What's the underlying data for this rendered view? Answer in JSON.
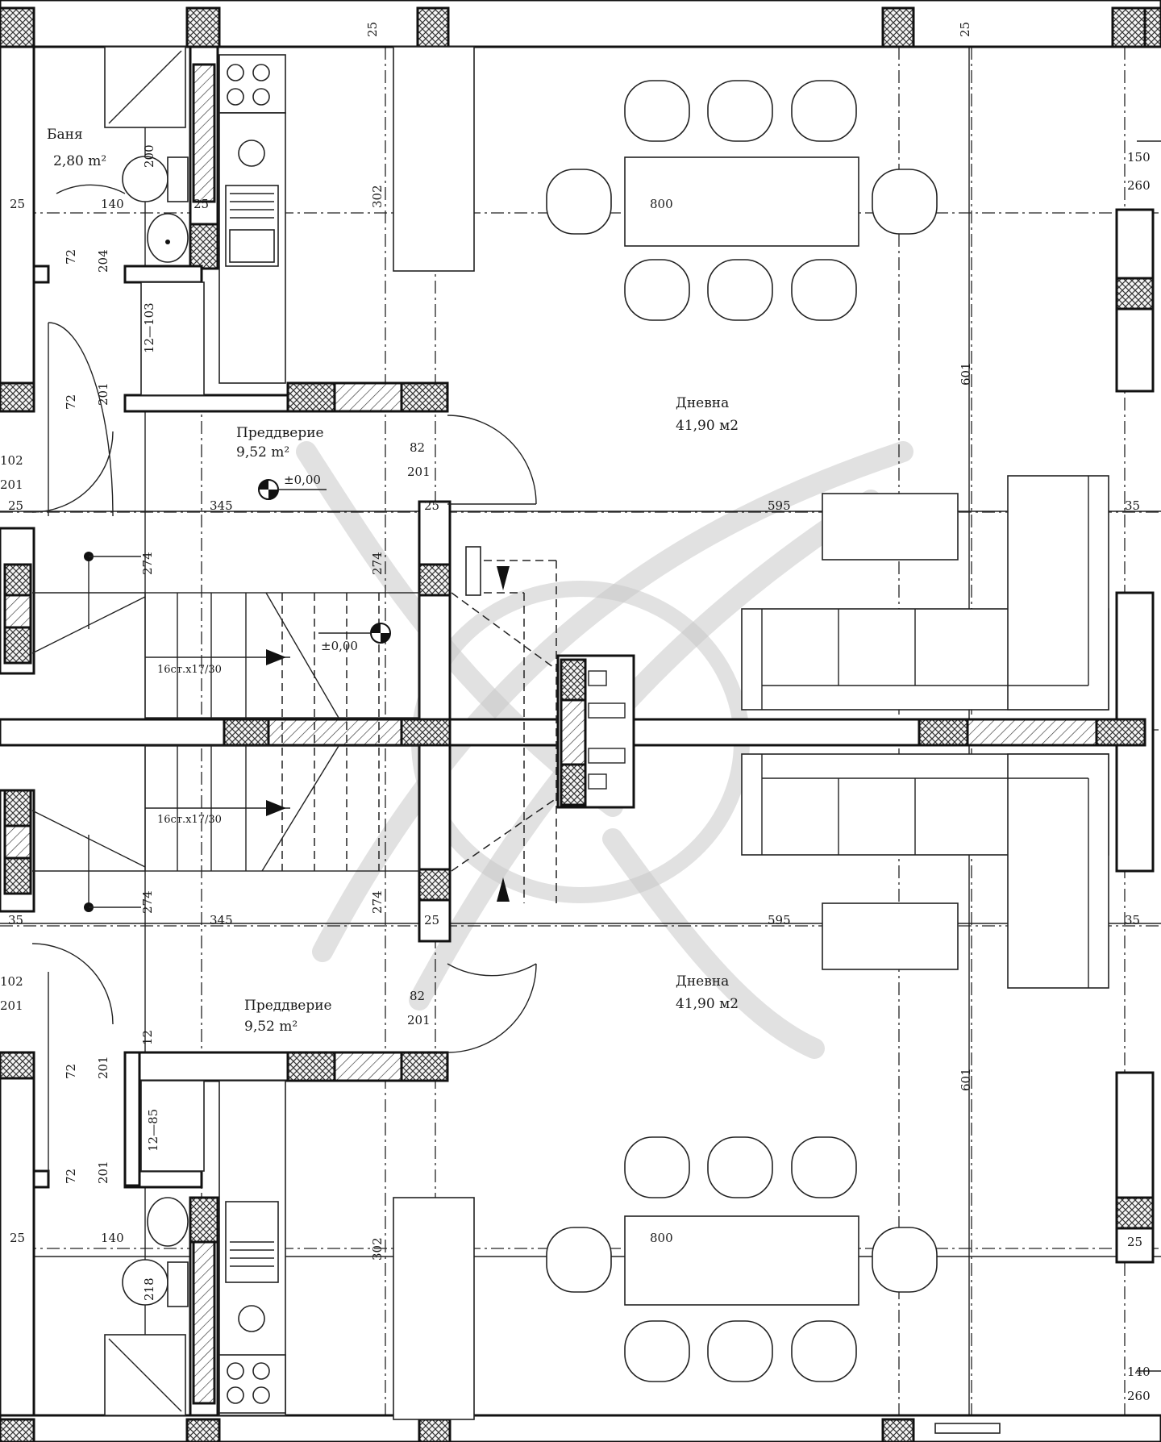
{
  "rooms": {
    "bath_top": {
      "name": "Баня",
      "area": "2,80 m²"
    },
    "hall_top": {
      "name": "Преддверие",
      "area": "9,52 m²"
    },
    "living_top": {
      "name": "Дневна",
      "area": "41,90 м2"
    },
    "hall_bottom": {
      "name": "Преддверие",
      "area": "9,52 m²"
    },
    "living_bottom": {
      "name": "Дневна",
      "area": "41,90 м2"
    }
  },
  "levels": {
    "top": "±0,00",
    "stair": "±0,00"
  },
  "stairs": {
    "top": "16ст.х17/30",
    "bottom": "16ст.х17/30"
  },
  "dimensions": {
    "d25": "25",
    "d35": "35",
    "d140": "140",
    "d200": "200",
    "d218": "218",
    "d302": "302",
    "d800": "800",
    "d601": "601",
    "d345": "345",
    "d595": "595",
    "d274": "274",
    "d72": "72",
    "d201": "201",
    "d204": "204",
    "d82": "82",
    "d12": "12",
    "d12_103": "12—103",
    "d12_85": "12—85",
    "d150": "150",
    "d260": "260",
    "d102": "102",
    "d201b": "201"
  }
}
